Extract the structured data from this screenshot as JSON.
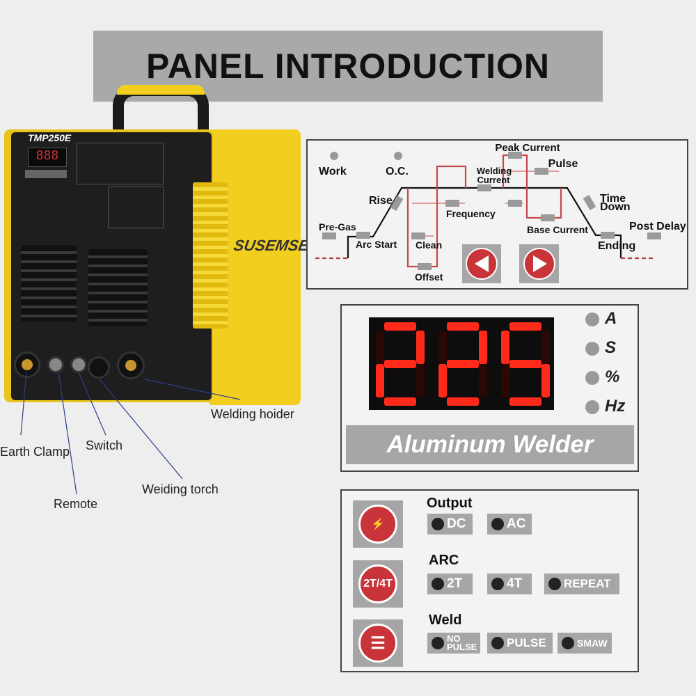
{
  "title": "PANEL INTRODUCTION",
  "welder": {
    "model": "TMP250E",
    "brand": "SUSEMSE",
    "mini_display": "888"
  },
  "callouts": {
    "welding_holder": "Welding hoider",
    "earth_clamp": "Earth Clamp",
    "switch": "Switch",
    "remote": "Remote",
    "welding_torch": "Weiding torch"
  },
  "diagram": {
    "work": "Work",
    "oc": "O.C.",
    "peak_current": "Peak Current",
    "pulse": "Pulse",
    "welding_current_1": "Welding",
    "welding_current_2": "Current",
    "rise": "Rise",
    "frequency": "Frequency",
    "time_down_1": "Time",
    "time_down_2": "Down",
    "pre_gas": "Pre-Gas",
    "post_delay": "Post Delay",
    "base_current": "Base Current",
    "arc_start": "Arc Start",
    "clean": "Clean",
    "ending": "Ending",
    "offset": "Offset",
    "prev_icon": "triangle-left",
    "next_icon": "triangle-right"
  },
  "display": {
    "value": "225",
    "units": [
      "A",
      "S",
      "%",
      "Hz"
    ],
    "banner": "Aluminum Welder",
    "segment_color": "#ff2a1a"
  },
  "controls": {
    "output": {
      "label": "Output",
      "options": [
        "DC",
        "AC"
      ]
    },
    "arc": {
      "label": "ARC",
      "icon_text": "2T/4T",
      "options": [
        "2T",
        "4T",
        "REPEAT"
      ]
    },
    "weld": {
      "label": "Weld",
      "options": [
        "NO PULSE",
        "PULSE",
        "SMAW"
      ]
    }
  },
  "colors": {
    "accent_red": "#c8343a",
    "welder_yellow": "#f2cf1e",
    "panel_gray": "#a6a6a6"
  }
}
